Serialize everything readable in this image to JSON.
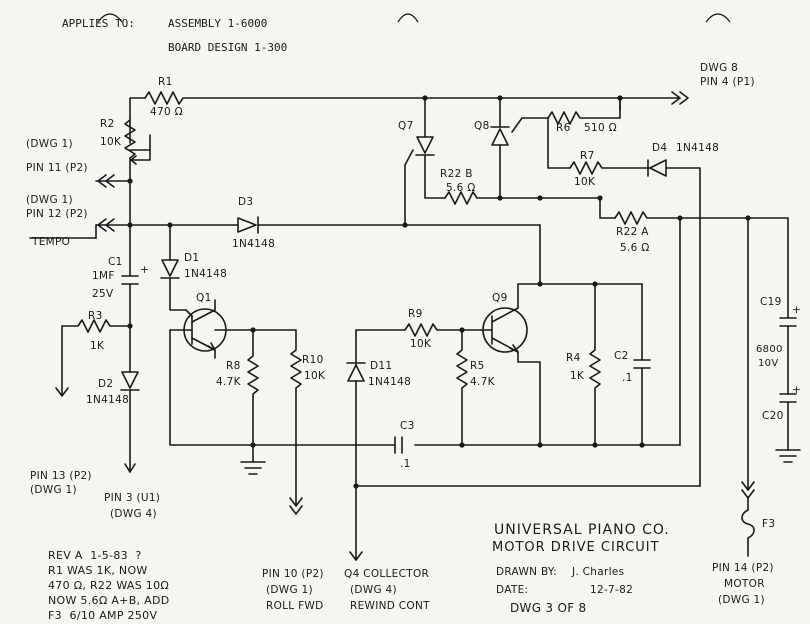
{
  "header": {
    "applies_to": "APPLIES TO:",
    "assembly": "ASSEMBLY 1-6000",
    "board_design": "BOARD DESIGN 1-300"
  },
  "title_block": {
    "company": "UNIVERSAL PIANO CO.",
    "title": "MOTOR DRIVE CIRCUIT",
    "drawn_by_label": "DRAWN BY:",
    "drawn_by": "J. Charles",
    "date_label": "DATE:",
    "date": "12-7-82",
    "dwg": "DWG 3 OF 8"
  },
  "revision_note": "REV A  1-5-83  ? \nR1 WAS 1K, NOW\n470 Ω, R22 WAS 10Ω\nNOW 5.6Ω A+B, ADD\nF3  6/10 AMP 250V",
  "connectors": {
    "dwg8_top": "DWG 8",
    "dwg8_pin": "PIN 4 (P1)",
    "pin11_dwg": "(DWG 1)",
    "pin11": "PIN 11 (P2)",
    "pin12_dwg": "(DWG 1)",
    "pin12": "PIN 12 (P2)",
    "tempo": "TEMPO",
    "pin13": "PIN 13 (P2)",
    "pin13_dwg": "(DWG 1)",
    "pin3": "PIN 3 (U1)",
    "pin3_dwg": "(DWG 4)",
    "pin10": "PIN 10 (P2)",
    "pin10_dwg": "(DWG 1)",
    "pin10_fn": "ROLL FWD",
    "q4": "Q4 COLLECTOR",
    "q4_dwg": "(DWG 4)",
    "q4_fn": "REWIND CONT",
    "pin14": "PIN 14 (P2)",
    "pin14_fn": "MOTOR",
    "pin14_dwg": "(DWG 1)"
  },
  "components": {
    "r1": "R1",
    "r1_val": "470 Ω",
    "r2": "R2",
    "r2_val": "10K",
    "r3": "R3",
    "r3_val": "1K",
    "r4": "R4",
    "r4_val": "1K",
    "r5": "R5",
    "r5_val": "4.7K",
    "r6": "R6",
    "r6_val": "510 Ω",
    "r7": "R7",
    "r7_val": "10K",
    "r8": "R8",
    "r8_val": "4.7K",
    "r9": "R9",
    "r9_val": "10K",
    "r10": "R10",
    "r10_val": "10K",
    "r22a": "R22 A",
    "r22a_val": "5.6 Ω",
    "r22b": "R22 B",
    "r22b_val": "5.6 Ω",
    "c1": "C1",
    "c1_val": "1MF",
    "c1_v": "25V",
    "c2": "C2",
    "c2_val": ".1",
    "c3": "C3",
    "c3_val": ".1",
    "c19": "C19",
    "c19_20_val": "6800",
    "c19_20_v": "10V",
    "c20": "C20",
    "d1": "D1",
    "d1_val": "1N4148",
    "d2": "D2",
    "d2_val": "1N4148",
    "d3": "D3",
    "d3_val": "1N4148",
    "d4": "D4",
    "d4_val": "1N4148",
    "d11": "D11",
    "d11_val": "1N4148",
    "q1": "Q1",
    "q7": "Q7",
    "q8": "Q8",
    "q9": "Q9",
    "f3": "F3",
    "plus": "+"
  }
}
